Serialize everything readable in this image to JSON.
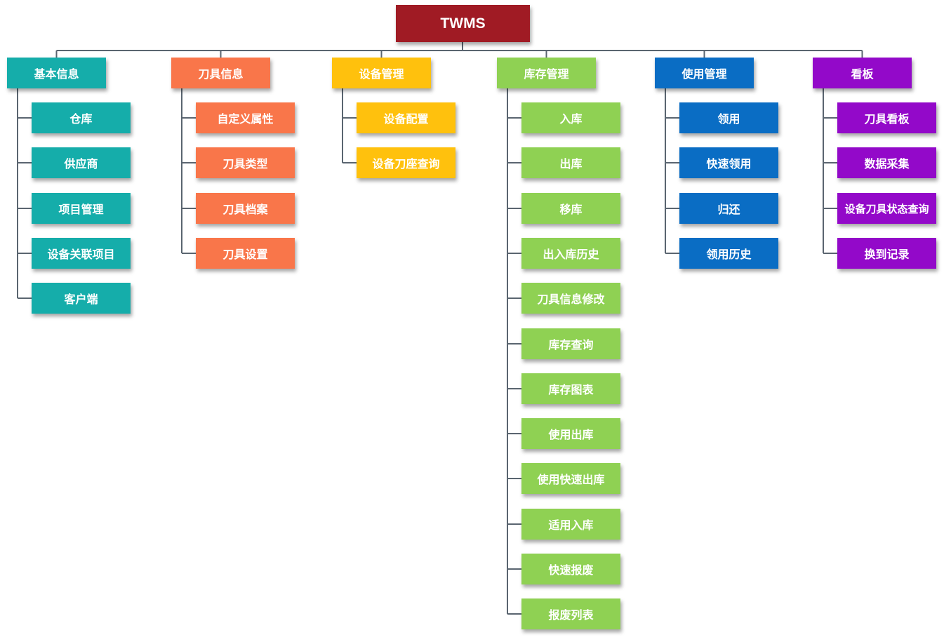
{
  "root": {
    "label": "TWMS",
    "color": "#A01B24"
  },
  "categories": [
    {
      "label": "基本信息",
      "color": "#15ADAA",
      "children": [
        "仓库",
        "供应商",
        "项目管理",
        "设备关联项目",
        "客户端"
      ]
    },
    {
      "label": "刀具信息",
      "color": "#F9764A",
      "children": [
        "自定义属性",
        "刀具类型",
        "刀具档案",
        "刀具设置"
      ]
    },
    {
      "label": "设备管理",
      "color": "#FFC10D",
      "children": [
        "设备配置",
        "设备刀座查询"
      ]
    },
    {
      "label": "库存管理",
      "color": "#8FD153",
      "children": [
        "入库",
        "出库",
        "移库",
        "出入库历史",
        "刀具信息修改",
        "库存查询",
        "库存图表",
        "使用出库",
        "使用快速出库",
        "适用入库",
        "快速报废",
        "报废列表"
      ]
    },
    {
      "label": "使用管理",
      "color": "#0A6DC4",
      "children": [
        "领用",
        "快速领用",
        "归还",
        "领用历史"
      ]
    },
    {
      "label": "看板",
      "color": "#9309C9",
      "children": [
        "刀具看板",
        "数据采集",
        "设备刀具状态查询",
        "换到记录"
      ]
    }
  ],
  "connector_color": "#5A6570"
}
